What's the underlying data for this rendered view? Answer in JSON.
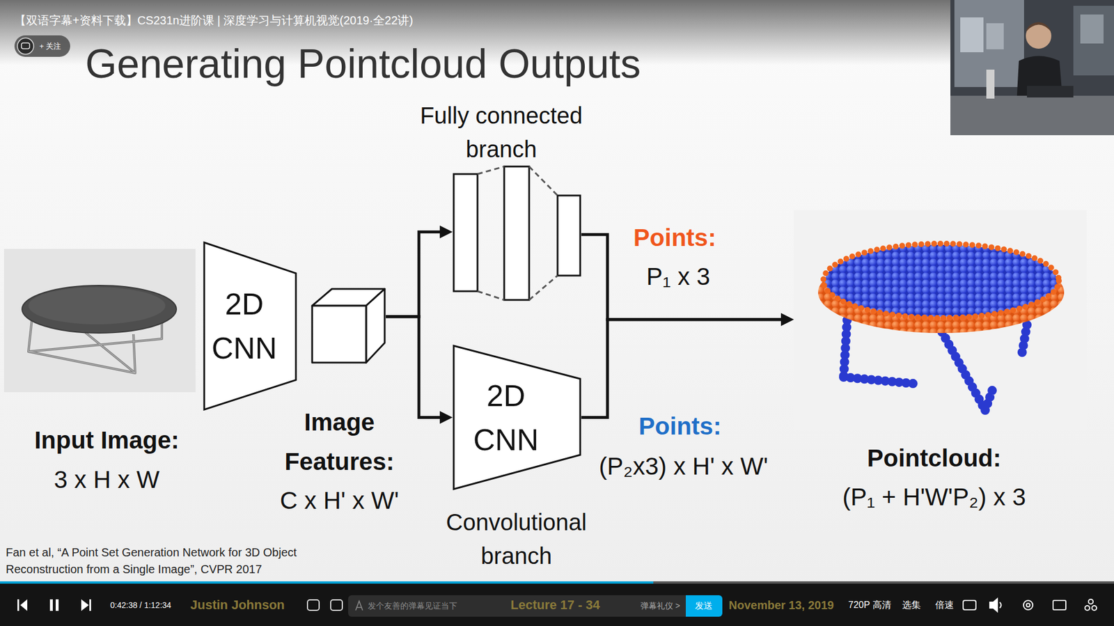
{
  "diagram": {
    "title": "Generating Pointcloud Outputs",
    "nodes": [
      {
        "text": [
          "Input Image:",
          "3 x H x W"
        ]
      },
      {
        "text": [
          "2D CNN"
        ]
      },
      {
        "text": [
          "Image Features:",
          "C x H' x W'"
        ]
      },
      {
        "text": [
          "Fully connected branch"
        ]
      },
      {
        "text": [
          "2D CNN",
          "Convolutional branch"
        ]
      },
      {
        "text": [
          "Pointcloud:",
          "(P₁ + H'W'P₂) x 3"
        ]
      }
    ],
    "edges": [
      {
        "from": 2,
        "to": 3,
        "arrow": "to"
      },
      {
        "from": 2,
        "to": 4,
        "arrow": "to"
      },
      {
        "from": 3,
        "to": 5,
        "arrow": "to"
      },
      {
        "from": 4,
        "to": 5,
        "arrow": "to"
      }
    ],
    "labels": [
      "【双语字幕+资料下载】CS231n进阶课 | 深度学习与计算机视觉(2019·全22讲)",
      "+ 关注",
      "Points:",
      "P₁ x 3",
      "Points:",
      "(P₂x3) x H' x W'",
      "Fan et al, “A Point Set Generation Network for 3D Object Reconstruction from a Single Image”, CVPR 2017",
      "Justin Johnson",
      "0:42:38 / 1:12:34",
      "发个友善的弹幕见证当下",
      "Lecture 17 - 34",
      "弹幕礼仪 >",
      "发送",
      "November 13, 2019",
      "720P 高清",
      "选集",
      "倍速"
    ]
  }
}
